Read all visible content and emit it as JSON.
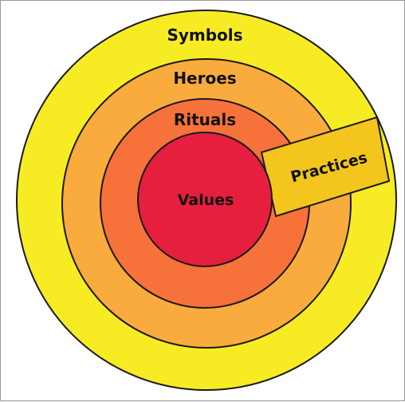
{
  "diagram": {
    "layers": [
      {
        "label": "Symbols",
        "color": "#f7ec24"
      },
      {
        "label": "Heroes",
        "color": "#f9ab3d"
      },
      {
        "label": "Rituals",
        "color": "#f6723a"
      },
      {
        "label": "Values",
        "color": "#e61f3f"
      }
    ],
    "practices": {
      "label": "Practices",
      "color": "#f4c51d"
    },
    "outline_color": "#1a1a1a"
  }
}
